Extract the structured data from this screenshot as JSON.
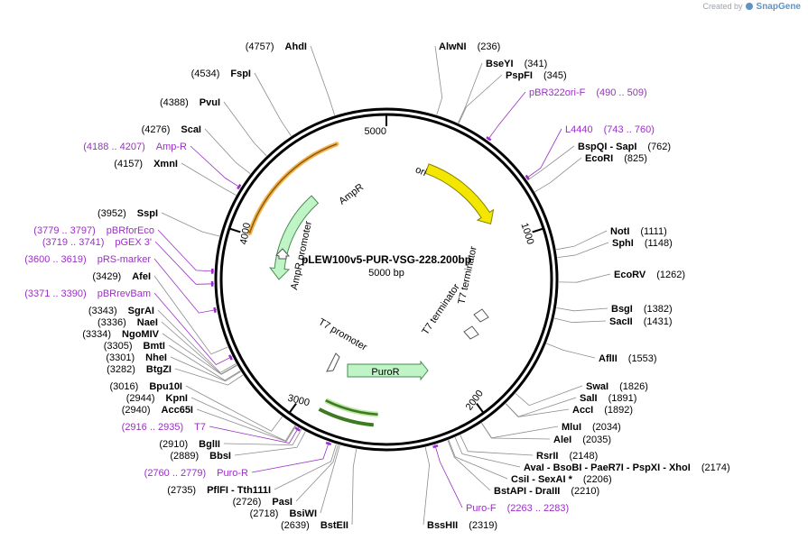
{
  "brand": {
    "created_by": "Created by",
    "product": "SnapGene"
  },
  "plasmid": {
    "name": "pLEW100v5-PUR-VSG-228.200bp",
    "length_label": "5000 bp",
    "length": 5000
  },
  "colors": {
    "primer": "#9a2fc6",
    "ori": "#f3e600",
    "amp": "#bff5c6",
    "puror": "#bff5c6",
    "orange_arc": "#f2b24a",
    "green_arc": "#3d7a22"
  },
  "ring_ticks": [
    {
      "pos": 1000,
      "label": "1000"
    },
    {
      "pos": 2000,
      "label": "2000"
    },
    {
      "pos": 3000,
      "label": "3000"
    },
    {
      "pos": 4000,
      "label": "4000"
    },
    {
      "pos": 5000,
      "label": "5000"
    }
  ],
  "features": [
    {
      "name": "ori",
      "label": "ori",
      "start": 280,
      "end": 860,
      "type": "ori"
    },
    {
      "name": "AmpR",
      "label": "AmpR",
      "start": 3750,
      "end": 4420,
      "type": "amp"
    },
    {
      "name": "AmpR-promoter",
      "label": "AmpR promoter",
      "start": 3650,
      "end": 3745,
      "type": "promoter"
    },
    {
      "name": "PuroR",
      "label": "PuroR",
      "start": 2345,
      "end": 2920,
      "type": "puror"
    },
    {
      "name": "T7-promoter",
      "label": "T7 promoter",
      "start": 2930,
      "end": 2955,
      "type": "promoter"
    },
    {
      "name": "T7-terminator-1",
      "label": "T7 terminator",
      "start": 1620,
      "end": 1665,
      "type": "terminator"
    },
    {
      "name": "T7-terminator-2",
      "label": "T7 terminator",
      "start": 1520,
      "end": 1565,
      "type": "terminator"
    }
  ],
  "right_sites": [
    {
      "name": "AlwNI",
      "pos_label": "(236)"
    },
    {
      "name": "BseYI",
      "pos_label": "(341)"
    },
    {
      "name": "PspFI",
      "pos_label": "(345)"
    },
    {
      "name": "pBR322ori-F",
      "pos_label": "(490 .. 509)",
      "primer": true
    },
    {
      "name": "L4440",
      "pos_label": "(743 .. 760)",
      "primer": true
    },
    {
      "name": "BspQI  -  SapI",
      "pos_label": "(762)"
    },
    {
      "name": "EcoRI",
      "pos_label": "(825)"
    },
    {
      "name": "NotI",
      "pos_label": "(1111)"
    },
    {
      "name": "SphI",
      "pos_label": "(1148)"
    },
    {
      "name": "EcoRV",
      "pos_label": "(1262)"
    },
    {
      "name": "BsgI",
      "pos_label": "(1382)"
    },
    {
      "name": "SacII",
      "pos_label": "(1431)"
    },
    {
      "name": "AflII",
      "pos_label": "(1553)"
    },
    {
      "name": "SwaI",
      "pos_label": "(1826)"
    },
    {
      "name": "SalI",
      "pos_label": "(1891)"
    },
    {
      "name": "AccI",
      "pos_label": "(1892)"
    },
    {
      "name": "MluI",
      "pos_label": "(2034)"
    },
    {
      "name": "AleI",
      "pos_label": "(2035)"
    },
    {
      "name": "RsrII",
      "pos_label": "(2148)"
    },
    {
      "name": "AvaI  -  BsoBI  -  PaeR7I  -  PspXI  -  XhoI",
      "pos_label": "(2174)"
    },
    {
      "name": "CsiI  -  SexAI *",
      "pos_label": "(2206)"
    },
    {
      "name": "BstAPI  -  DraIII",
      "pos_label": "(2210)"
    },
    {
      "name": "Puro-F",
      "pos_label": "(2263 .. 2283)",
      "primer": true
    },
    {
      "name": "BssHII",
      "pos_label": "(2319)"
    }
  ],
  "left_sites": [
    {
      "name": "AhdI",
      "pos_label": "(4757)"
    },
    {
      "name": "FspI",
      "pos_label": "(4534)"
    },
    {
      "name": "PvuI",
      "pos_label": "(4388)"
    },
    {
      "name": "ScaI",
      "pos_label": "(4276)"
    },
    {
      "name": "Amp-R",
      "pos_label": "(4188 .. 4207)",
      "primer": true
    },
    {
      "name": "XmnI",
      "pos_label": "(4157)"
    },
    {
      "name": "SspI",
      "pos_label": "(3952)"
    },
    {
      "name": "pBRforEco",
      "pos_label": "(3779 .. 3797)",
      "primer": true
    },
    {
      "name": "pGEX 3'",
      "pos_label": "(3719 .. 3741)",
      "primer": true
    },
    {
      "name": "pRS-marker",
      "pos_label": "(3600 .. 3619)",
      "primer": true
    },
    {
      "name": "AfeI",
      "pos_label": "(3429)"
    },
    {
      "name": "pBRrevBam",
      "pos_label": "(3371 .. 3390)",
      "primer": true
    },
    {
      "name": "SgrAI",
      "pos_label": "(3343)"
    },
    {
      "name": "NaeI",
      "pos_label": "(3336)"
    },
    {
      "name": "NgoMIV",
      "pos_label": "(3334)"
    },
    {
      "name": "BmtI",
      "pos_label": "(3305)"
    },
    {
      "name": "NheI",
      "pos_label": "(3301)"
    },
    {
      "name": "BtgZI",
      "pos_label": "(3282)"
    },
    {
      "name": "Bpu10I",
      "pos_label": "(3016)"
    },
    {
      "name": "KpnI",
      "pos_label": "(2944)"
    },
    {
      "name": "Acc65I",
      "pos_label": "(2940)"
    },
    {
      "name": "T7",
      "pos_label": "(2916 .. 2935)",
      "primer": true
    },
    {
      "name": "BglII",
      "pos_label": "(2910)"
    },
    {
      "name": "BbsI",
      "pos_label": "(2889)"
    },
    {
      "name": "Puro-R",
      "pos_label": "(2760 .. 2779)",
      "primer": true
    },
    {
      "name": "PflFI  -  Tth111I",
      "pos_label": "(2735)"
    },
    {
      "name": "PasI",
      "pos_label": "(2726)"
    },
    {
      "name": "BsiWI",
      "pos_label": "(2718)"
    },
    {
      "name": "BstEII",
      "pos_label": "(2639)"
    }
  ]
}
